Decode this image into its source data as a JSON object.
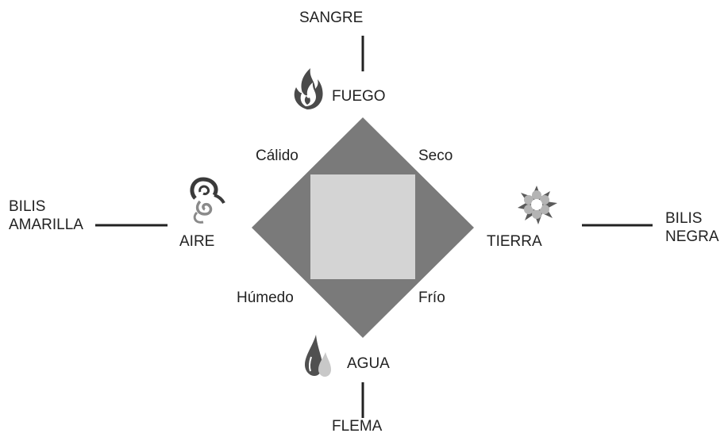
{
  "humors": {
    "top": "SANGRE",
    "bottom": "FLEMA",
    "left": [
      "BILIS",
      "AMARILLA"
    ],
    "right": [
      "BILIS",
      "NEGRA"
    ]
  },
  "elements": {
    "fire": "FUEGO",
    "water": "AGUA",
    "air": "AIRE",
    "earth": "TIERRA"
  },
  "qualities": {
    "hot": "Cálido",
    "dry": "Seco",
    "moist": "Húmedo",
    "cold": "Frío"
  },
  "icons": {
    "fire": "flame-icon",
    "water": "water-drops-icon",
    "air": "swirl-wind-icon",
    "earth": "sun-flower-icon"
  },
  "colors": {
    "diamond": "#7a7a7a",
    "center_square": "#d4d4d4",
    "ink": "#222222"
  }
}
